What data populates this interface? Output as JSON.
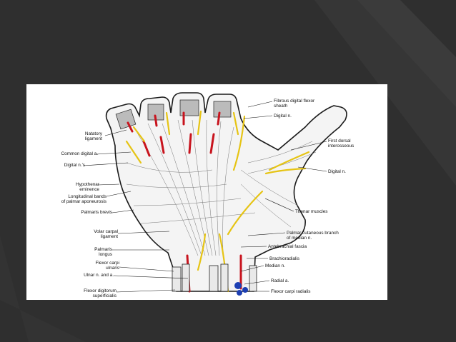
{
  "slide": {
    "background": "#2f2f2f",
    "accent_stripe": "#3a3a3a"
  },
  "diagram": {
    "subject": "palmar-hand-anatomy",
    "colors": {
      "artery": "#c8141e",
      "nerve": "#e6c414",
      "vein": "#1d3fb3",
      "outline": "#1a1a1a"
    },
    "labels_left": [
      {
        "text": "Natatory"
      },
      {
        "text": "ligament"
      },
      {
        "text": "Common digital a."
      },
      {
        "text": "Digital n.'s"
      },
      {
        "text": "Hypothenar"
      },
      {
        "text": "eminence"
      },
      {
        "text": "Longitudinal bands"
      },
      {
        "text": "of palmar aponeurosis"
      },
      {
        "text": "Palmaris brevis"
      },
      {
        "text": "Volar carpal"
      },
      {
        "text": "ligament"
      },
      {
        "text": "Palmaris"
      },
      {
        "text": "longus"
      },
      {
        "text": "Flexor carpi"
      },
      {
        "text": "ulnaris"
      },
      {
        "text": "Ulnar n. and a."
      },
      {
        "text": "Flexor digitorum"
      },
      {
        "text": "superficialis"
      }
    ],
    "labels_right": [
      {
        "text": "Fibrous digital flexor"
      },
      {
        "text": "sheath"
      },
      {
        "text": "Digital n."
      },
      {
        "text": "First dorsal"
      },
      {
        "text": "interosseous"
      },
      {
        "text": "Digital n."
      },
      {
        "text": "Thenar muscles"
      },
      {
        "text": "Palmar cutaneous branch"
      },
      {
        "text": "of median n."
      },
      {
        "text": "Antebrachial fascia"
      },
      {
        "text": "Brachioradialis"
      },
      {
        "text": "Median n."
      },
      {
        "text": "Radial a."
      },
      {
        "text": "Flexor carpi radialis"
      }
    ]
  }
}
